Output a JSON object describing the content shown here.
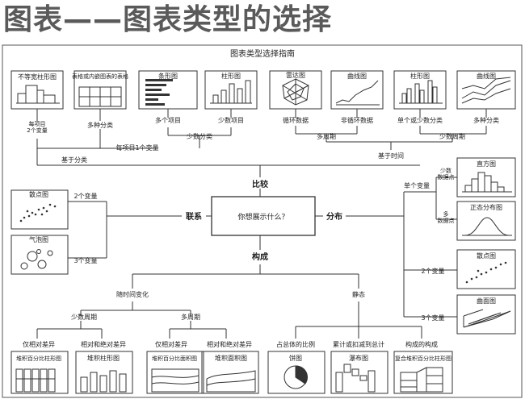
{
  "heading": "图表——图表类型的选择",
  "diagram": {
    "title": "图表类型选择指南",
    "center": "你想展示什么？",
    "hubs": {
      "compare": "比较",
      "relation": "联系",
      "distribution": "分布",
      "composition": "构成"
    },
    "top_charts": [
      "不等宽柱形图",
      "表格或内嵌图表的表格",
      "条形图",
      "柱形图",
      "雷达图",
      "曲线图",
      "柱形图",
      "曲线图"
    ],
    "top_labels": {
      "per_item_two_vars": "每项目\n2个变量",
      "many_categories": "多种分类",
      "many_items": "多个项目",
      "few_items": "少数项目",
      "cyclic": "循环数据",
      "non_cyclic": "非循环数据",
      "single_or_few_categories": "单个或少数分类",
      "many_categories_2": "多种分类",
      "few_categories": "少数分类",
      "per_item_one_var": "每项目1个变量",
      "many_periods": "多周期",
      "few_periods": "少数周期",
      "by_category": "基于分类",
      "by_time": "基于时间"
    },
    "relation": {
      "scatter": "散点图",
      "bubble": "气泡图",
      "two_vars": "2个变量",
      "three_vars": "3个变量"
    },
    "distribution": {
      "single_var": "单个变量",
      "few_points": "少数\n数据点",
      "many_points": "多\n数据点",
      "histogram": "直方图",
      "normal": "正态分布图",
      "scatter": "散点图",
      "surface": "曲面图",
      "two_vars": "2个变量",
      "three_vars": "3个变量"
    },
    "composition": {
      "over_time": "随时间变化",
      "static": "静态",
      "few_periods": "少数周期",
      "many_periods": "多周期",
      "relative_only_1": "仅相对差异",
      "rel_abs_1": "相对和绝对差异",
      "relative_only_2": "仅相对差异",
      "rel_abs_2": "相对和绝对差异",
      "share_total": "占总体的比例",
      "accum": "累计或扣减到总计",
      "comp_of_comp": "构成的构成",
      "charts": [
        "堆积百分比柱形图",
        "堆积柱形图",
        "堆积百分比面积图",
        "堆积面积图",
        "饼图",
        "瀑布图",
        "复合堆积百分比柱形图"
      ]
    }
  },
  "colors": {
    "line": "#333333",
    "box": "#444444",
    "heading": "#5a5a5a"
  }
}
